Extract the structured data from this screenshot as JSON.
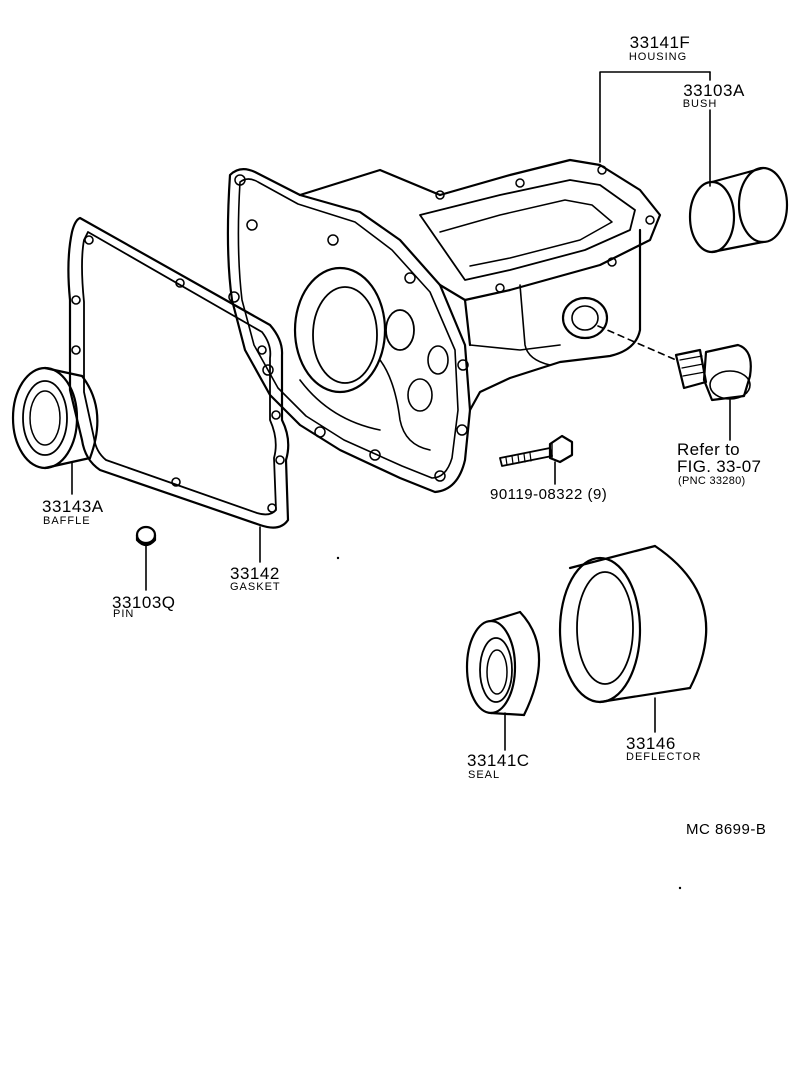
{
  "parts": {
    "housing": {
      "number": "33141F",
      "name": "HOUSING"
    },
    "bush": {
      "number": "33103A",
      "name": "BUSH"
    },
    "baffle": {
      "number": "33143A",
      "name": "BAFFLE"
    },
    "gasket": {
      "number": "33142",
      "name": "GASKET"
    },
    "pin": {
      "number": "33103Q",
      "name": "PIN"
    },
    "seal": {
      "number": "33141C",
      "name": "SEAL"
    },
    "deflector": {
      "number": "33146",
      "name": "DEFLECTOR"
    },
    "bolt": {
      "number": "90119-08322 (9)"
    }
  },
  "reference": {
    "line1": "Refer to",
    "line2": "FIG. 33-07",
    "line3": "(PNC 33280)"
  },
  "diagram_code": "MC 8699-B"
}
